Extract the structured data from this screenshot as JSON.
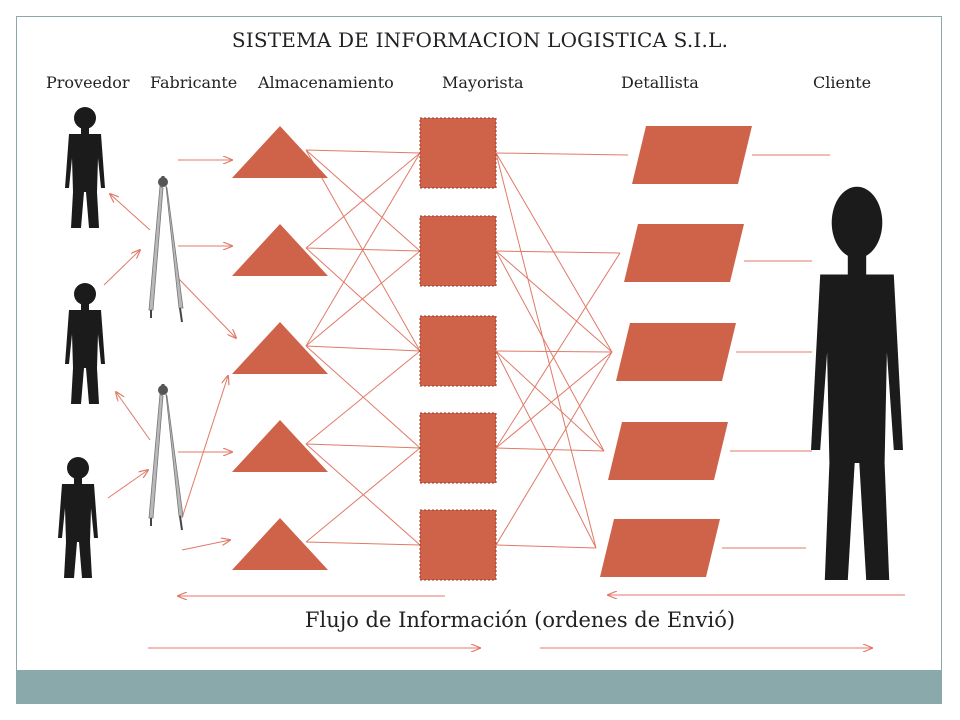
{
  "title": "SISTEMA DE INFORMACION LOGISTICA S.I.L.",
  "columns": [
    "Proveedor",
    "Fabricante",
    "Almacenamiento",
    "Mayorista",
    "Detallista",
    "Cliente"
  ],
  "caption": "Flujo de Información (ordenes de Envió)",
  "colors": {
    "shape_fill": "#cf634a",
    "connector": "#e07a68",
    "silhouette": "#1b1b1b",
    "footer_bar": "#89a9aa",
    "frame": "#8aa9aa"
  }
}
